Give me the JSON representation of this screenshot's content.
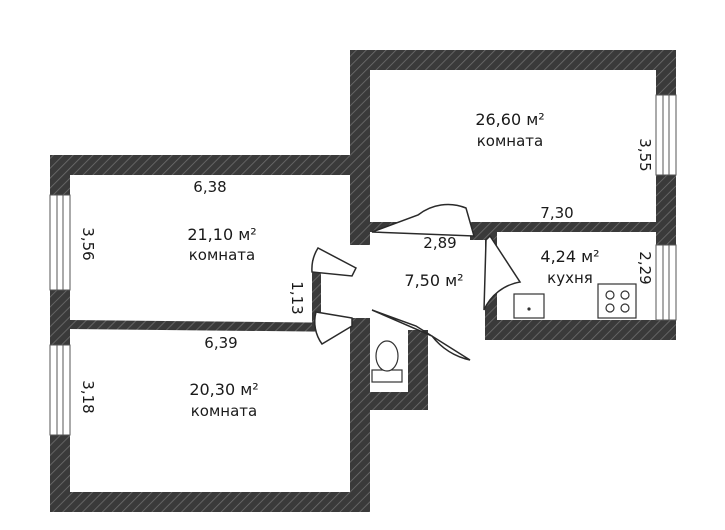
{
  "rooms": {
    "top_right": {
      "area": "26,60 м²",
      "name": "комната"
    },
    "left_upper": {
      "area": "21,10 м²",
      "name": "комната"
    },
    "left_lower": {
      "area": "20,30 м²",
      "name": "комната"
    },
    "hall": {
      "area": "7,50 м²"
    },
    "kitchen": {
      "area": "4,24 м²",
      "name": "кухня"
    }
  },
  "dimensions": {
    "top_right_height": "3,55",
    "top_right_width": "7,30",
    "left_upper_width": "6,38",
    "left_upper_height": "3,56",
    "left_lower_width": "6,39",
    "left_lower_height": "3,18",
    "hall_width": "2,89",
    "corridor_width": "1,13",
    "kitchen_height": "2,29"
  },
  "colors": {
    "wall": "#3a3a3a",
    "wall_hatch": "#6a6a6a",
    "window": "#ffffff",
    "text": "#1a1a1a"
  }
}
